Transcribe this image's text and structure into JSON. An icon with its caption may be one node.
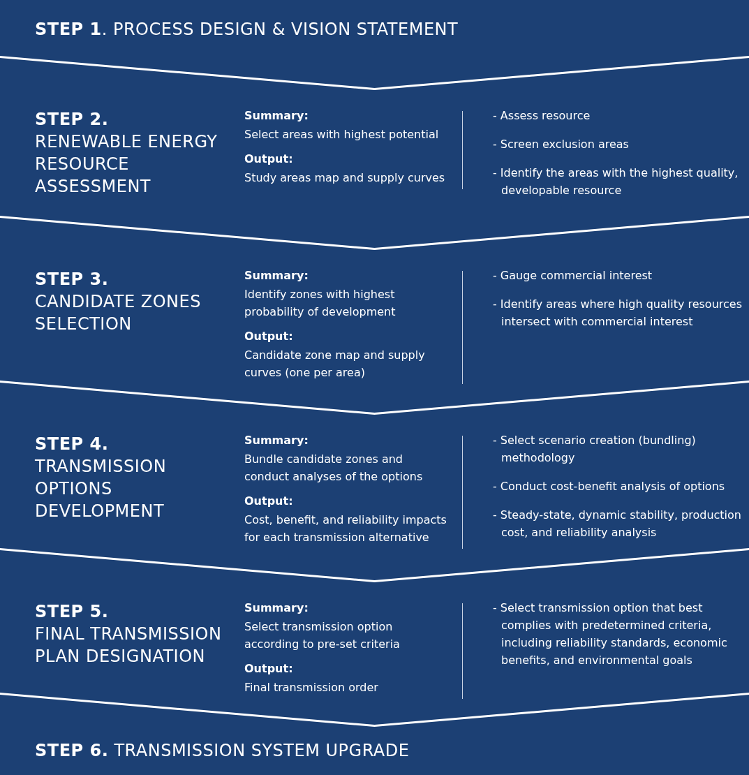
{
  "diagram": {
    "nodes": [
      {
        "text": [
          "**STEP 1**. PROCESS DESIGN & VISION STATEMENT"
        ]
      },
      {
        "text": [
          "STEP 2.",
          "RENEWABLE ENERGY RESOURCE ASSESSMENT",
          "Summary:",
          "Select areas with highest potential",
          "Output:",
          "Study areas map and supply curves",
          "- Assess resource",
          "- Screen exclusion areas",
          "- Identify the areas with the highest quality, developable resource"
        ]
      },
      {
        "text": [
          "STEP 3.",
          "CANDIDATE ZONES SELECTION",
          "Summary:",
          "Identify zones with highest probability of development",
          "Output:",
          "Candidate zone map and supply curves (one per area)",
          "- Gauge commercial interest",
          "- Identify areas where high quality resources intersect with commercial interest"
        ]
      },
      {
        "text": [
          "STEP 4.",
          "TRANSMISSION OPTIONS DEVELOPMENT",
          "Summary:",
          "Bundle candidate zones and conduct analyses of the options",
          "Output:",
          "Cost, benefit, and reliability impacts for each transmission alternative",
          "- Select scenario creation (bundling) methodology",
          "- Conduct cost-benefit analysis of options",
          "- Steady-state, dynamic stability, production cost, and reliability analysis"
        ]
      },
      {
        "text": [
          "STEP 5.",
          "FINAL TRANSMISSION PLAN DESIGNATION",
          "Summary:",
          "Select transmission option according to pre-set criteria",
          "Output:",
          "Final transmission order",
          "- Select transmission option that best complies with predetermined criteria, including reliability standards, economic benefits, and environmental goals"
        ]
      },
      {
        "text": [
          "**STEP 6.** TRANSMISSION SYSTEM UPGRADE"
        ]
      }
    ]
  }
}
